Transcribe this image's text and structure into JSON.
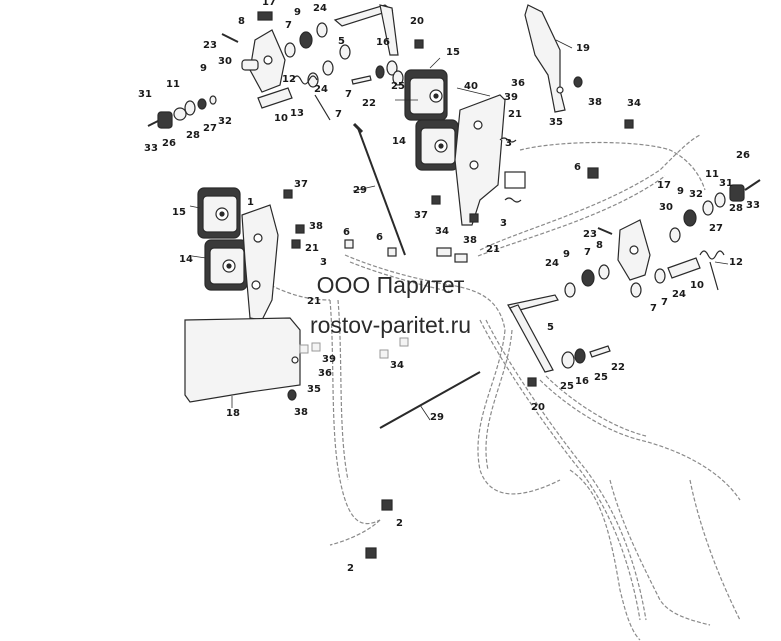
{
  "watermark": {
    "company": "ООО Паритет",
    "site": "rostov-paritet.ru"
  },
  "colors": {
    "line": "#2a2a2a",
    "dashed": "#8a8a8a",
    "fill_dark": "#3a3a3a",
    "fill_light": "#f4f4f4",
    "faded": "#9a9a9a"
  },
  "callouts": [
    {
      "id": "c17a",
      "label": "17"
    },
    {
      "id": "c8a",
      "label": "8"
    },
    {
      "id": "c7a",
      "label": "7"
    },
    {
      "id": "c9a",
      "label": "9"
    },
    {
      "id": "c24a",
      "label": "24"
    },
    {
      "id": "c20a",
      "label": "20"
    },
    {
      "id": "c23a",
      "label": "23"
    },
    {
      "id": "c30a",
      "label": "30"
    },
    {
      "id": "c5a",
      "label": "5"
    },
    {
      "id": "c16a",
      "label": "16"
    },
    {
      "id": "c15a",
      "label": "15"
    },
    {
      "id": "c19",
      "label": "19"
    },
    {
      "id": "c9b",
      "label": "9"
    },
    {
      "id": "c31a",
      "label": "31"
    },
    {
      "id": "c11a",
      "label": "11"
    },
    {
      "id": "c12a",
      "label": "12"
    },
    {
      "id": "c24b",
      "label": "24"
    },
    {
      "id": "c7b",
      "label": "7"
    },
    {
      "id": "c25a",
      "label": "25"
    },
    {
      "id": "c22a",
      "label": "22"
    },
    {
      "id": "c40",
      "label": "40"
    },
    {
      "id": "c36a",
      "label": "36"
    },
    {
      "id": "c39a",
      "label": "39"
    },
    {
      "id": "c38a",
      "label": "38"
    },
    {
      "id": "c34a",
      "label": "34"
    },
    {
      "id": "c28a",
      "label": "28"
    },
    {
      "id": "c27a",
      "label": "27"
    },
    {
      "id": "c32a",
      "label": "32"
    },
    {
      "id": "c10a",
      "label": "10"
    },
    {
      "id": "c13",
      "label": "13"
    },
    {
      "id": "c7c",
      "label": "7"
    },
    {
      "id": "c21a",
      "label": "21"
    },
    {
      "id": "c35a",
      "label": "35"
    },
    {
      "id": "c33a",
      "label": "33"
    },
    {
      "id": "c26a",
      "label": "26"
    },
    {
      "id": "c14a",
      "label": "14"
    },
    {
      "id": "c3a",
      "label": "3"
    },
    {
      "id": "c6a",
      "label": "6"
    },
    {
      "id": "c17b",
      "label": "17"
    },
    {
      "id": "c26b",
      "label": "26"
    },
    {
      "id": "c29a",
      "label": "29"
    },
    {
      "id": "c11b",
      "label": "11"
    },
    {
      "id": "c9c",
      "label": "9"
    },
    {
      "id": "c31b",
      "label": "31"
    },
    {
      "id": "c37a",
      "label": "37"
    },
    {
      "id": "c1",
      "label": "1"
    },
    {
      "id": "c32b",
      "label": "32"
    },
    {
      "id": "c30b",
      "label": "30"
    },
    {
      "id": "c33b",
      "label": "33"
    },
    {
      "id": "c15b",
      "label": "15"
    },
    {
      "id": "c37b",
      "label": "37"
    },
    {
      "id": "c28b",
      "label": "28"
    },
    {
      "id": "c38b",
      "label": "38"
    },
    {
      "id": "c3b",
      "label": "3"
    },
    {
      "id": "c23b",
      "label": "23"
    },
    {
      "id": "c27b",
      "label": "27"
    },
    {
      "id": "c6b",
      "label": "6"
    },
    {
      "id": "c6c",
      "label": "6"
    },
    {
      "id": "c34b",
      "label": "34"
    },
    {
      "id": "c8b",
      "label": "8"
    },
    {
      "id": "c7d",
      "label": "7"
    },
    {
      "id": "c38c",
      "label": "38"
    },
    {
      "id": "c21b",
      "label": "21"
    },
    {
      "id": "c14b",
      "label": "14"
    },
    {
      "id": "c21c",
      "label": "21"
    },
    {
      "id": "c3c",
      "label": "3"
    },
    {
      "id": "c24c",
      "label": "24"
    },
    {
      "id": "c9d",
      "label": "9"
    },
    {
      "id": "c12b",
      "label": "12"
    },
    {
      "id": "c21d",
      "label": "21"
    },
    {
      "id": "c10b",
      "label": "10"
    },
    {
      "id": "c7e",
      "label": "7"
    },
    {
      "id": "c24d",
      "label": "24"
    },
    {
      "id": "c7f",
      "label": "7"
    },
    {
      "id": "c5b",
      "label": "5"
    },
    {
      "id": "c39b",
      "label": "39"
    },
    {
      "id": "c36b",
      "label": "36"
    },
    {
      "id": "c35b",
      "label": "35"
    },
    {
      "id": "c34c",
      "label": "34"
    },
    {
      "id": "c16b",
      "label": "16"
    },
    {
      "id": "c22b",
      "label": "22"
    },
    {
      "id": "c25b",
      "label": "25"
    },
    {
      "id": "c25c",
      "label": "25"
    },
    {
      "id": "c18",
      "label": "18"
    },
    {
      "id": "c38d",
      "label": "38"
    },
    {
      "id": "c20b",
      "label": "20"
    },
    {
      "id": "c29b",
      "label": "29"
    },
    {
      "id": "c2a",
      "label": "2"
    },
    {
      "id": "c2b",
      "label": "2"
    }
  ]
}
